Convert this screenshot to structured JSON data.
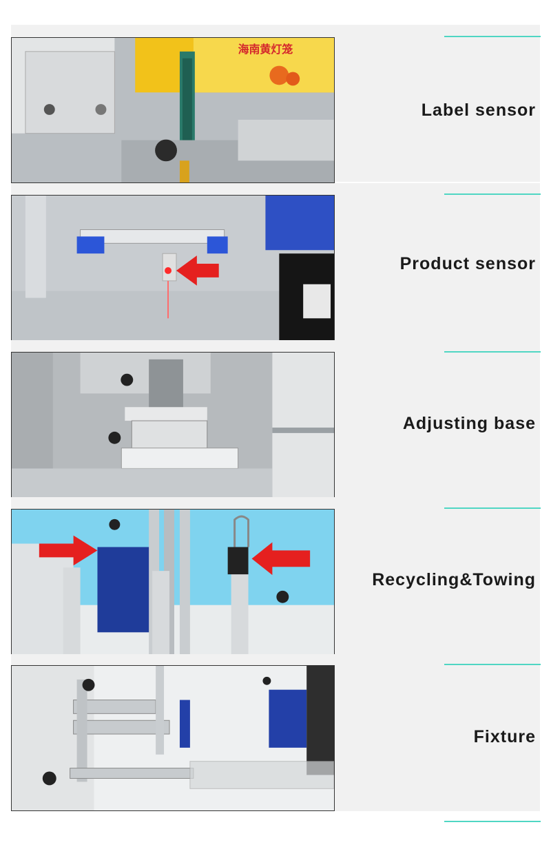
{
  "features": [
    {
      "label": "Label sensor",
      "photo_icon": "label-sensor-photo",
      "banner_text": "海南黄灯笼"
    },
    {
      "label": "Product sensor",
      "photo_icon": "product-sensor-photo"
    },
    {
      "label": "Adjusting base",
      "photo_icon": "adjusting-base-photo"
    },
    {
      "label": "Recycling&Towing",
      "photo_icon": "recycling-towing-photo"
    },
    {
      "label": "Fixture",
      "photo_icon": "fixture-photo"
    }
  ],
  "colors": {
    "accent_line": "#4fd6c3",
    "arrow": "#e5201f",
    "panel_bg": "#f1f1f1"
  }
}
